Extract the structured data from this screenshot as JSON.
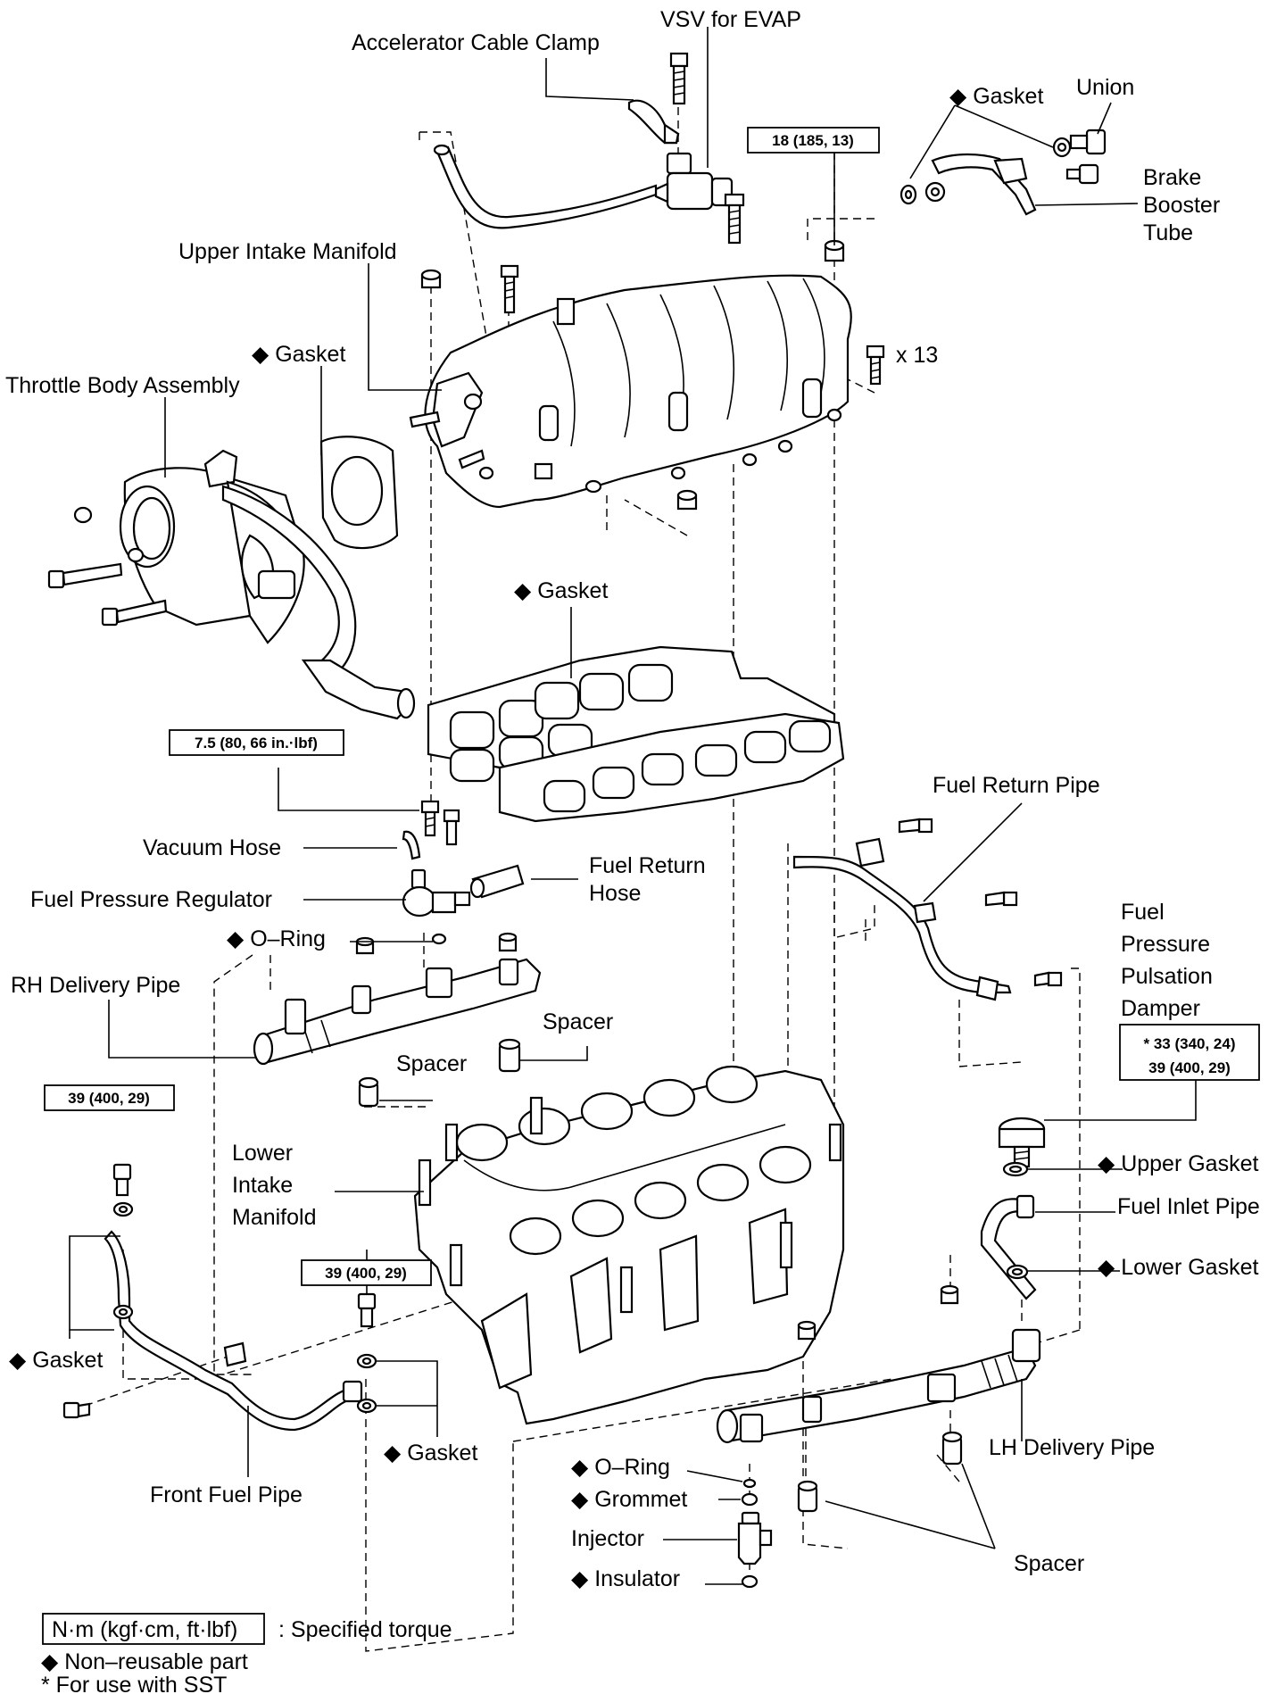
{
  "labels": {
    "accelerator_cable_clamp": "Accelerator Cable Clamp",
    "vsv_evap": "VSV for EVAP",
    "gasket_union": "Gasket",
    "union": "Union",
    "torque_18": "18 (185, 13)",
    "brake_booster_1": "Brake",
    "brake_booster_2": "Booster",
    "brake_booster_3": "Tube",
    "upper_intake_manifold": "Upper Intake Manifold",
    "x13": "x 13",
    "gasket_throttle": "Gasket",
    "throttle_body_assembly": "Throttle Body Assembly",
    "gasket_intake": "Gasket",
    "torque_7_5": "7.5 (80, 66 in.·lbf)",
    "fuel_return_pipe": "Fuel Return Pipe",
    "vacuum_hose": "Vacuum Hose",
    "fuel_return_hose_1": "Fuel Return",
    "fuel_return_hose_2": "Hose",
    "fuel_pressure_regulator": "Fuel Pressure Regulator",
    "fppd_1": "Fuel",
    "fppd_2": "Pressure",
    "fppd_3": "Pulsation",
    "fppd_4": "Damper",
    "o_ring_top": "O–Ring",
    "rh_delivery_pipe": "RH Delivery Pipe",
    "spacer_right": "Spacer",
    "spacer_left": "Spacer",
    "torque_33_sst": "* 33 (340, 24)",
    "torque_39_damper": "39 (400, 29)",
    "torque_39_left": "39 (400, 29)",
    "lower_intake_1": "Lower",
    "lower_intake_2": "Intake",
    "lower_intake_3": "Manifold",
    "upper_gasket": "Upper Gasket",
    "fuel_inlet_pipe": "Fuel Inlet Pipe",
    "lower_gasket": "Lower Gasket",
    "torque_39_center": "39 (400, 29)",
    "gasket_left": "Gasket",
    "gasket_center": "Gasket",
    "lh_delivery_pipe": "LH Delivery Pipe",
    "o_ring_bottom": "O–Ring",
    "grommet": "Grommet",
    "front_fuel_pipe": "Front Fuel Pipe",
    "injector": "Injector",
    "insulator": "Insulator",
    "spacer_bottom": "Spacer"
  },
  "legend": {
    "torque_unit": "N·m (kgf·cm, ft·lbf)",
    "torque_desc": ": Specified torque",
    "non_reusable": "Non–reusable part",
    "sst": "* For use with SST"
  },
  "symbols": {
    "non_reusable": "◆"
  }
}
